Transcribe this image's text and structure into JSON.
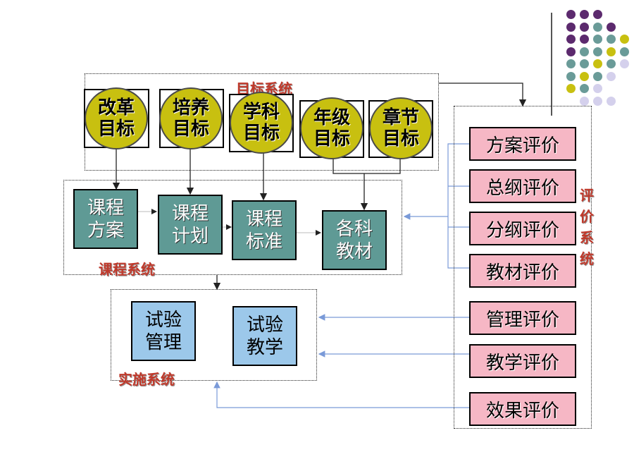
{
  "colors": {
    "purple": "#5c2a6e",
    "teal": "#6a9b98",
    "yellow": "#c8c010",
    "lavender": "#d4d0ec",
    "label_red": "#c0392b",
    "node_teal": "#5f9a95",
    "node_blue": "#9cc8ea",
    "node_pink": "#f6b7c5",
    "arrow_blue": "#7a9ad8"
  },
  "target_system": {
    "label": "目标系统",
    "goals": [
      "改革\n目标",
      "培养\n目标",
      "学科\n目标",
      "年级\n目标",
      "章节\n目标"
    ]
  },
  "course_system": {
    "label": "课程系统",
    "items": [
      "课程\n方案",
      "课程\n计划",
      "课程\n标准",
      "各科\n教材"
    ]
  },
  "implementation_system": {
    "label": "实施系统",
    "items": [
      "试验\n管理",
      "试验\n教学"
    ]
  },
  "evaluation_system": {
    "label": "评\n价\n系\n统",
    "items": [
      "方案评价",
      "总纲评价",
      "分纲评价",
      "教材评价",
      "管理评价",
      "教学评价",
      "效果评价"
    ]
  }
}
